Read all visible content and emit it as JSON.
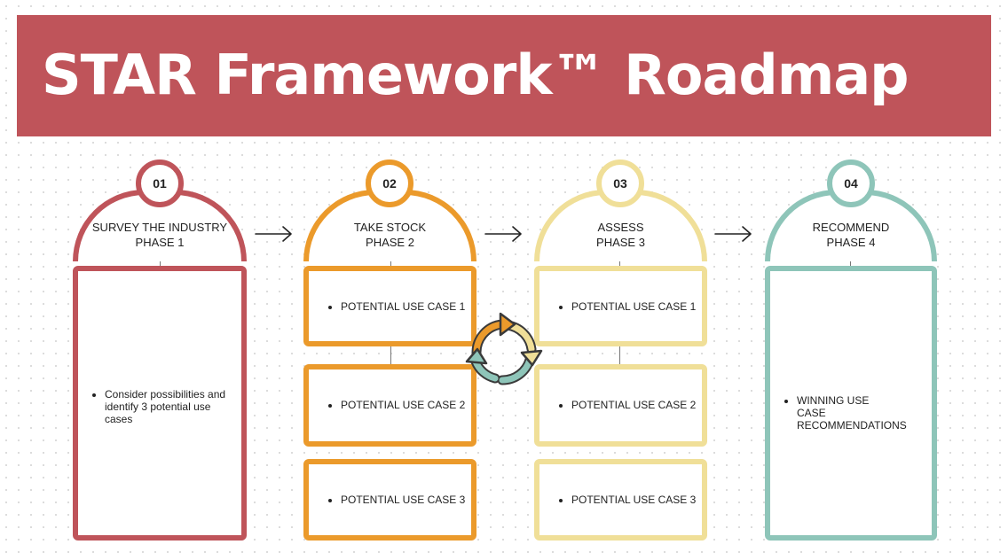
{
  "header": {
    "title": "STAR Framework™ Roadmap"
  },
  "colors": {
    "banner": "#bf545a",
    "phase1": "#bf545a",
    "phase2": "#eb9a2b",
    "phase3": "#f0df98",
    "phase4": "#8ec5b9"
  },
  "phases": [
    {
      "number": "01",
      "title": "SURVEY THE INDUSTRY",
      "subtitle": "PHASE 1",
      "cards": [
        {
          "text": "Consider possibilities and identify 3 potential use cases"
        }
      ]
    },
    {
      "number": "02",
      "title": "TAKE STOCK",
      "subtitle": "PHASE 2",
      "cards": [
        {
          "text": "POTENTIAL USE CASE 1"
        },
        {
          "text": "POTENTIAL USE CASE 2"
        },
        {
          "text": "POTENTIAL USE CASE 3"
        }
      ]
    },
    {
      "number": "03",
      "title": "ASSESS",
      "subtitle": "PHASE 3",
      "cards": [
        {
          "text": "POTENTIAL USE CASE 1"
        },
        {
          "text": "POTENTIAL USE CASE 2"
        },
        {
          "text": "POTENTIAL USE CASE 3"
        }
      ]
    },
    {
      "number": "04",
      "title": "RECOMMEND",
      "subtitle": "PHASE 4",
      "cards": [
        {
          "text": "WINNING USE CASE RECOMMENDATIONS"
        }
      ]
    }
  ],
  "icons": {
    "arrow": "right-arrow-icon",
    "cycle": "cycle-arrows-icon"
  }
}
